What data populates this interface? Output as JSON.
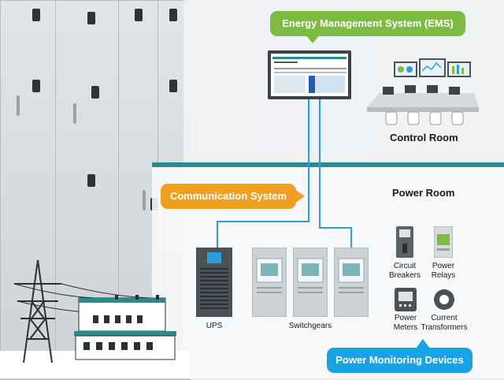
{
  "labels": {
    "ems": "Energy Management System (EMS)",
    "communication": "Communication System",
    "power_monitoring": "Power Monitoring Devices",
    "control_room": "Control Room",
    "power_room": "Power Room"
  },
  "devices": {
    "ups": "UPS",
    "switchgears": "Switchgears",
    "circuit_breakers_1": "Circuit",
    "circuit_breakers_2": "Breakers",
    "power_relays_1": "Power",
    "power_relays_2": "Relays",
    "power_meters_1": "Power",
    "power_meters_2": "Meters",
    "current_transformers_1": "Current",
    "current_transformers_2": "Transformers"
  },
  "colors": {
    "ems": "#7dbb42",
    "communication": "#f0a020",
    "monitoring": "#1aa3e4",
    "wire": "#2a9fd8",
    "divider": "#2a8a8e"
  }
}
